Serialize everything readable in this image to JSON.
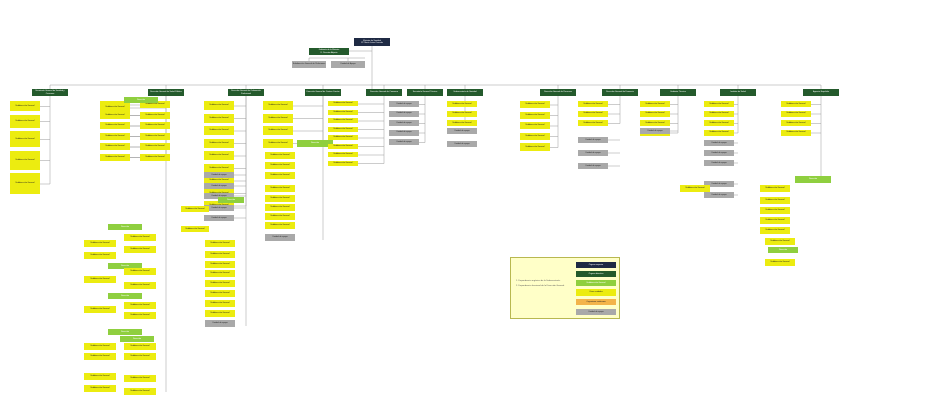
{
  "colors": {
    "top": "#1f2a44",
    "dark_green": "#245a2c",
    "light_green": "#8fcf3f",
    "yellow": "#ecec10",
    "gray": "#a9a9a9",
    "orange": "#f3b44a",
    "legend_bg": "#ffffc8",
    "line": "#9a9a9a"
  },
  "org_chart": {
    "root": "Ministra de Sanidad",
    "root_holder": "Dª. María Luisa Carcedo",
    "cabinet": "Gabinete de la Ministra",
    "cabinet_sub": "D. Director Adjunto",
    "staff_left": "Subdirección General de Relaciones",
    "staff_right": "Unidad de Apoyo",
    "departments": [
      "Secretaría General de Sanidad y Consumo",
      "Dirección General de Salud Pública",
      "Dirección General de Ordenación Profesional",
      "Dirección General de Cartera Común",
      "Dirección General de Consumo",
      "Secretaría General Técnica",
      "Subsecretaría de Sanidad",
      "Dirección General de Recursos",
      "Dirección General de Farmacia",
      "Gabinete Técnico",
      "Instituto de Salud",
      "Agencia Española"
    ],
    "unit_labels": {
      "yellow": "Subdirección General",
      "gray": "Unidad de apoyo",
      "light_green": "Dirección"
    }
  },
  "legend": {
    "note_1": "1. Dependencia orgánica de la Subsecretaría.",
    "note_2": "2. Dependencia funcional de la Dirección General.",
    "items": [
      "Órgano superior",
      "Órgano directivo",
      "Subdirección General",
      "Otras unidades",
      "Organismo autónomo",
      "Unidad de apoyo"
    ]
  }
}
